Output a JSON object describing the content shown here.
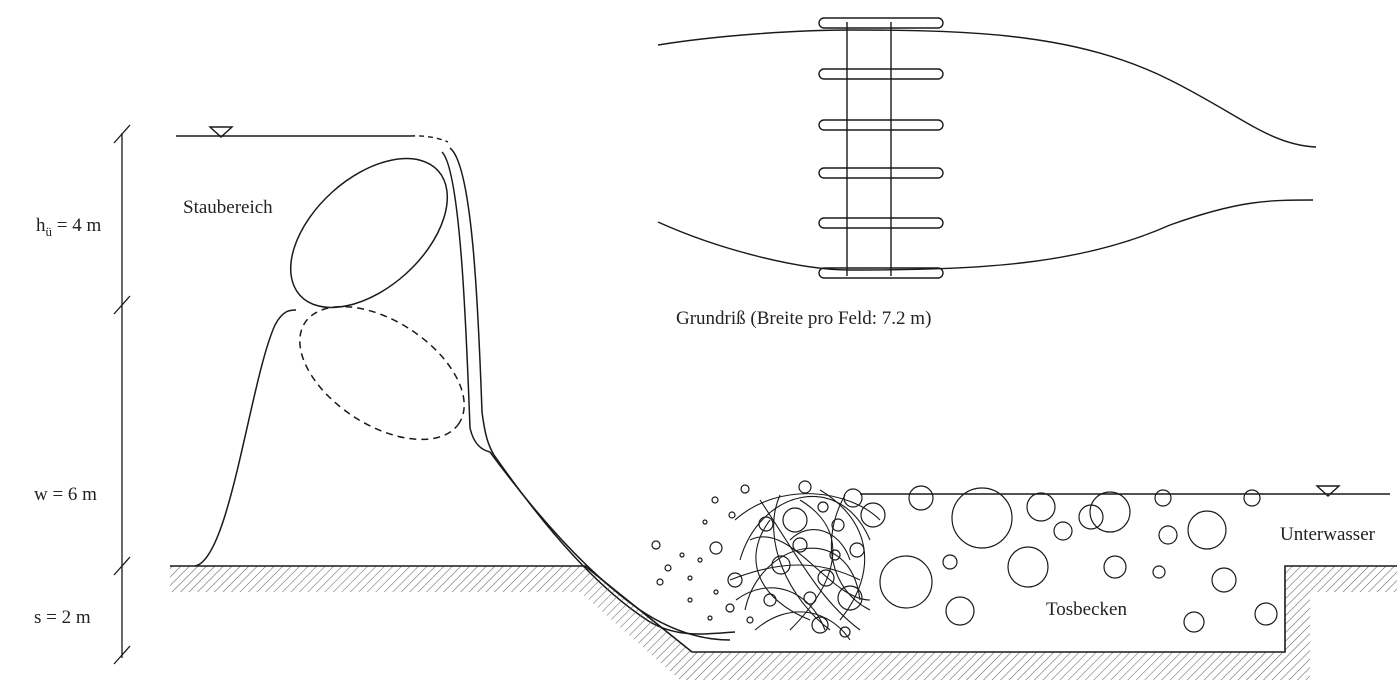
{
  "labels": {
    "hu_main": "h",
    "hu_sub": "ü",
    "hu_value": " = 4 m",
    "w": "w = 6 m",
    "s": "s  = 2 m",
    "staubereich": "Staubereich",
    "grundriss": "Grundriß (Breite pro Feld: 7.2 m)",
    "unterwasser": "Unterwasser",
    "tosbecken": "Tosbecken"
  },
  "colors": {
    "line": "#1a1a1a",
    "hatch": "#555555"
  }
}
